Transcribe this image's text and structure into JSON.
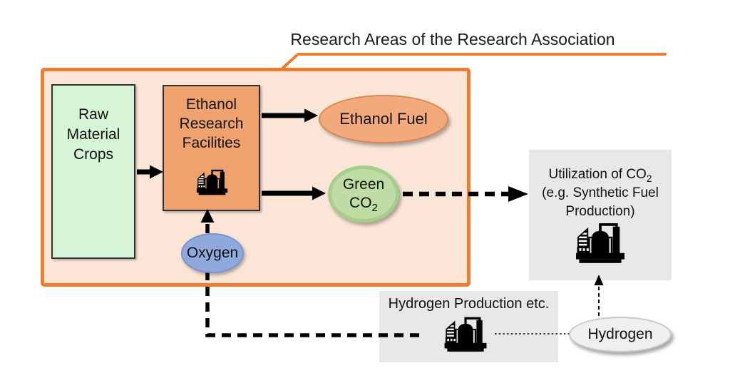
{
  "title": "Research Areas of the Research Association",
  "colors": {
    "accent_orange": "#ED7D31",
    "peach_fill": "#FAE5D7",
    "ethanol_orange": "#F0A26E",
    "raw_green": "#D6F5D6",
    "co2_green": "#BEDCA4",
    "oxygen_blue": "#8FA9DC",
    "gray_box": "#E8E8E8",
    "line_black": "#000000"
  },
  "main_box": {
    "raw_material_crops": {
      "lines": [
        "Raw",
        "Material",
        "Crops"
      ]
    },
    "ethanol_research_facilities": {
      "lines": [
        "Ethanol",
        "Research",
        "Facilities"
      ],
      "icon": "refinery-icon"
    },
    "ethanol_fuel": {
      "label": "Ethanol Fuel"
    },
    "green_co2": {
      "line1": "Green",
      "formula_prefix": "CO",
      "formula_sub": "2"
    },
    "oxygen": {
      "label": "Oxygen"
    }
  },
  "utilization_box": {
    "line1_prefix": "Utilization of CO",
    "line1_sub": "2",
    "line2": "(e.g. Synthetic Fuel",
    "line3": "Production)",
    "icon": "refinery-icon"
  },
  "hydrogen_production_box": {
    "label": "Hydrogen Production etc.",
    "icon": "refinery-icon"
  },
  "hydrogen": {
    "label": "Hydrogen"
  }
}
